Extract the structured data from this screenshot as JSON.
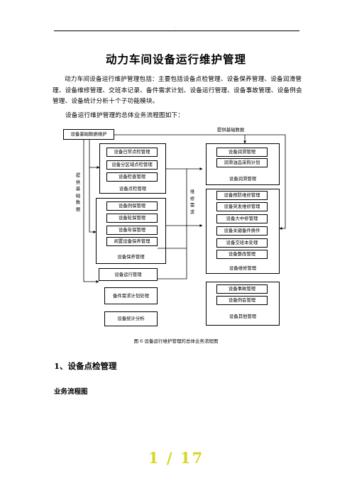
{
  "page": {
    "title": "动力车间设备运行维护管理",
    "paragraph": "动力车间设备运行维护管理包括：主要包括设备点检管理、设备保养管理、设备润滑管理、设备维修管理、交班本记录、备件需求计划、设备运行管理、设备事故管理、设备例会管理、设备统计分析十个子功能模块。",
    "lead": "设备运行维护管理的总体业务流程图如下：",
    "caption": "图 6  设备运行维护管理的总体业务流程图",
    "section_heading": "1、设备点检管理",
    "sub_heading": "业务流程图",
    "page_number": "1  /  17"
  },
  "diagram": {
    "base_data": "设备基础数据维护",
    "top_label": "提供基础数据",
    "left_vertical": "提供基础数据",
    "mid_vertical": "维修需求",
    "spot_check": {
      "items": [
        "设备日常点检管理",
        "设备分区域点检管理",
        "设备检查管理"
      ],
      "label": "设备点检管理"
    },
    "maintenance": {
      "items": [
        "设备例保管理",
        "设备轮保管理",
        "设备年保管理",
        "闲置设备保养管理"
      ],
      "label": "设备保养管理"
    },
    "standalone": [
      "设备运行管理",
      "备件需求计划处理",
      "设备统计分析"
    ],
    "lubrication": {
      "items": [
        "设备润滑管理",
        "润滑油品采购计划"
      ],
      "label": "设备润滑管理"
    },
    "repair": {
      "items": [
        "设备预防维修管理",
        "设备突发维修管理",
        "设备大中修管理",
        "设备关键备件换件",
        "设备交班本处理",
        "设备整改管理"
      ],
      "label": "设备维修管理"
    },
    "other": {
      "items": [
        "设备事故管理",
        "设备例会管理"
      ],
      "label": "设备其他管理"
    }
  }
}
